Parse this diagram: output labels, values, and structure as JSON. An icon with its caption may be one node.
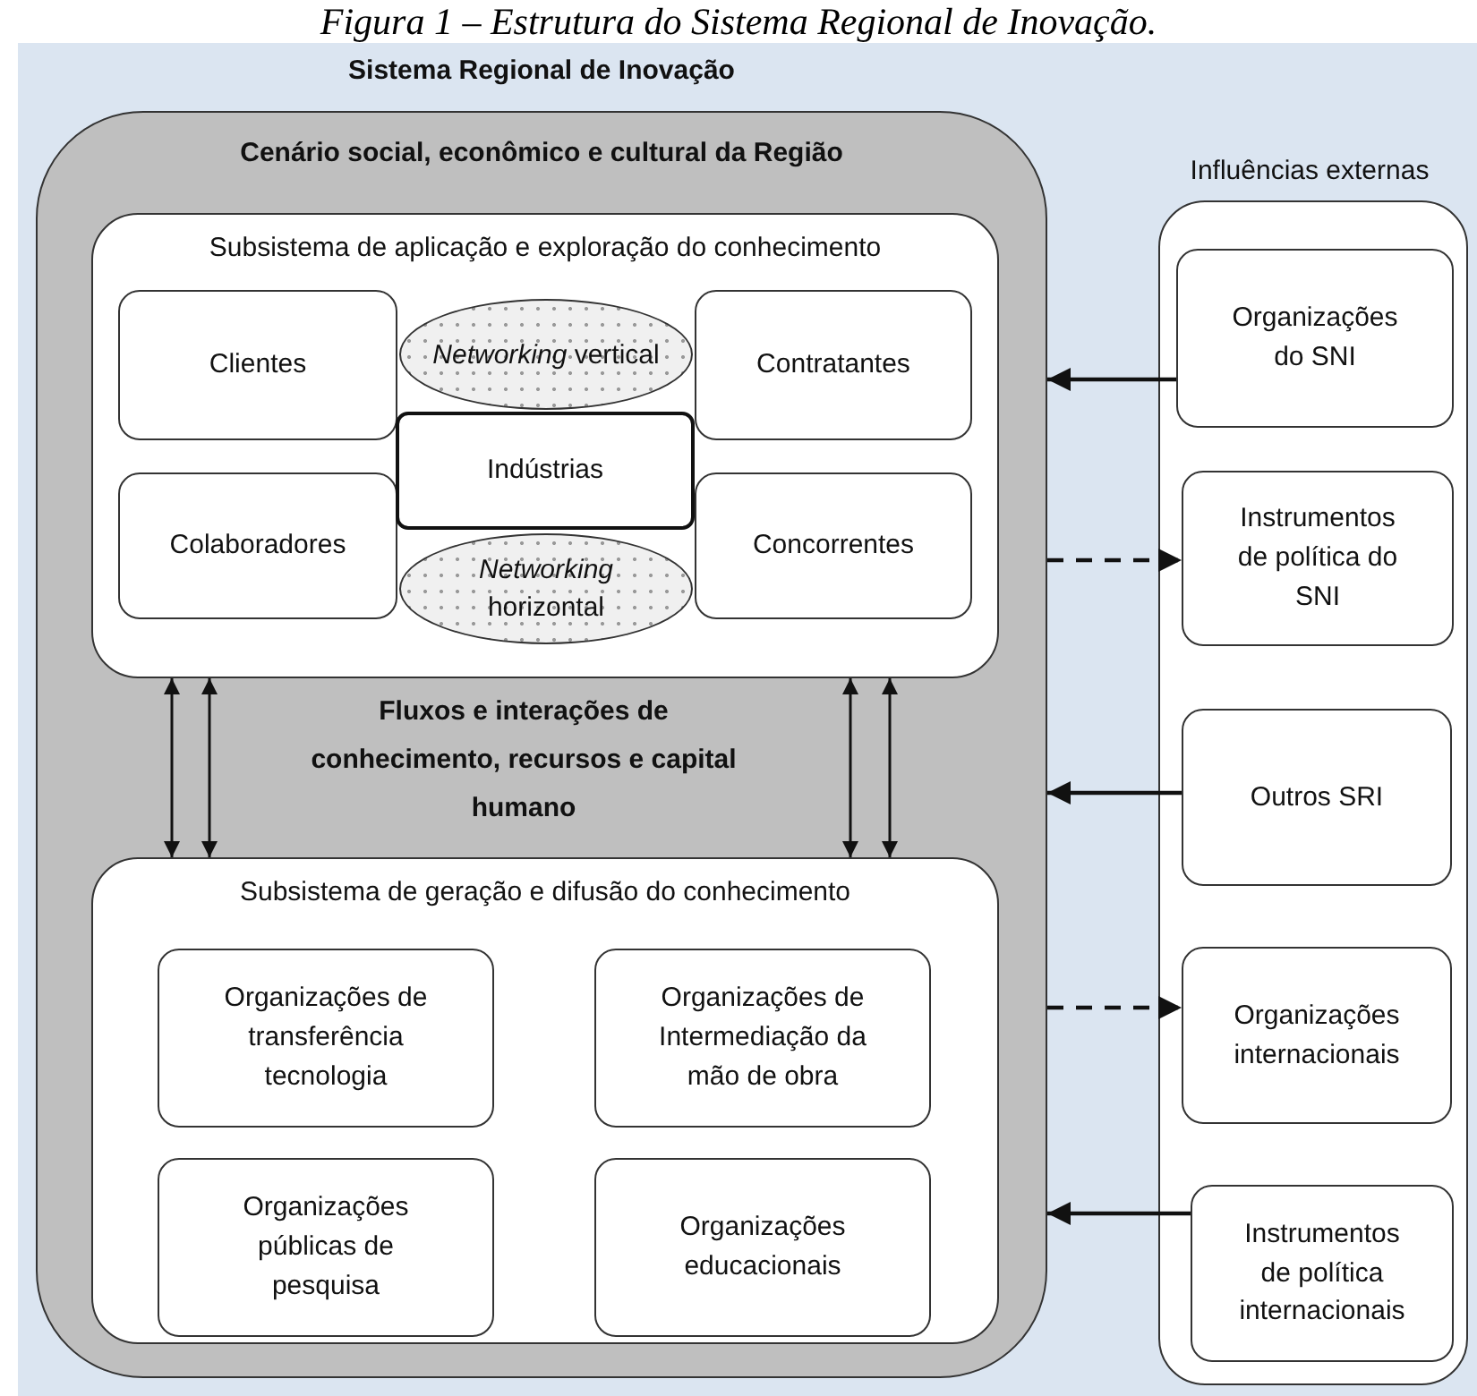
{
  "diagram": {
    "title": "Figura 1 – Estrutura do Sistema Regional de Inovação.",
    "nodes": [
      {
        "text": [
          "Sistema Regional de Inovação",
          "Cenário social, econômico e cultural da Região"
        ]
      },
      {
        "text": [
          "Subsistema de aplicação e exploração do conhecimento"
        ],
        "in": 0
      },
      {
        "text": [
          "Clientes"
        ],
        "in": 1
      },
      {
        "text": [
          "*Networking* vertical"
        ],
        "in": 1
      },
      {
        "text": [
          "Contratantes"
        ],
        "in": 1
      },
      {
        "text": [
          "Indústrias"
        ],
        "in": 1
      },
      {
        "text": [
          "Colaboradores"
        ],
        "in": 1
      },
      {
        "text": [
          "*Networking* horizontal"
        ],
        "in": 1
      },
      {
        "text": [
          "Concorrentes"
        ],
        "in": 1
      },
      {
        "text": [
          "Subsistema de geração e difusão do conhecimento"
        ],
        "in": 0
      },
      {
        "text": [
          "Organizações de transferência tecnologia"
        ],
        "in": 9
      },
      {
        "text": [
          "Organizações de Intermediação da mão de obra"
        ],
        "in": 9
      },
      {
        "text": [
          "Organizações públicas de pesquisa"
        ],
        "in": 9
      },
      {
        "text": [
          "Organizações educacionais"
        ],
        "in": 9
      },
      {
        "text": [
          "Influências externas"
        ]
      },
      {
        "text": [
          "Organizações do SNI"
        ],
        "in": 14
      },
      {
        "text": [
          "Instrumentos de política do SNI"
        ],
        "in": 14
      },
      {
        "text": [
          "Outros SRI"
        ],
        "in": 14
      },
      {
        "text": [
          "Organizações internacionais"
        ],
        "in": 14
      },
      {
        "text": [
          "Instrumentos de política internacionais"
        ],
        "in": 14
      }
    ],
    "edges": [
      {
        "from": 1,
        "to": 9,
        "arrow": "both"
      },
      {
        "from": 1,
        "to": 9,
        "arrow": "both"
      },
      {
        "from": 1,
        "to": 9,
        "arrow": "both"
      },
      {
        "from": 1,
        "to": 9,
        "arrow": "both"
      },
      {
        "from": 15,
        "to": 0,
        "arrow": "to"
      },
      {
        "from": 0,
        "to": 16,
        "arrow": "to",
        "style": "dashed"
      },
      {
        "from": 17,
        "to": 0,
        "arrow": "to"
      },
      {
        "from": 0,
        "to": 18,
        "arrow": "to",
        "style": "dashed"
      },
      {
        "from": 19,
        "to": 0,
        "arrow": "to"
      }
    ],
    "labels": [
      "Fluxos e interações de conhecimento, recursos e capital humano"
    ]
  }
}
